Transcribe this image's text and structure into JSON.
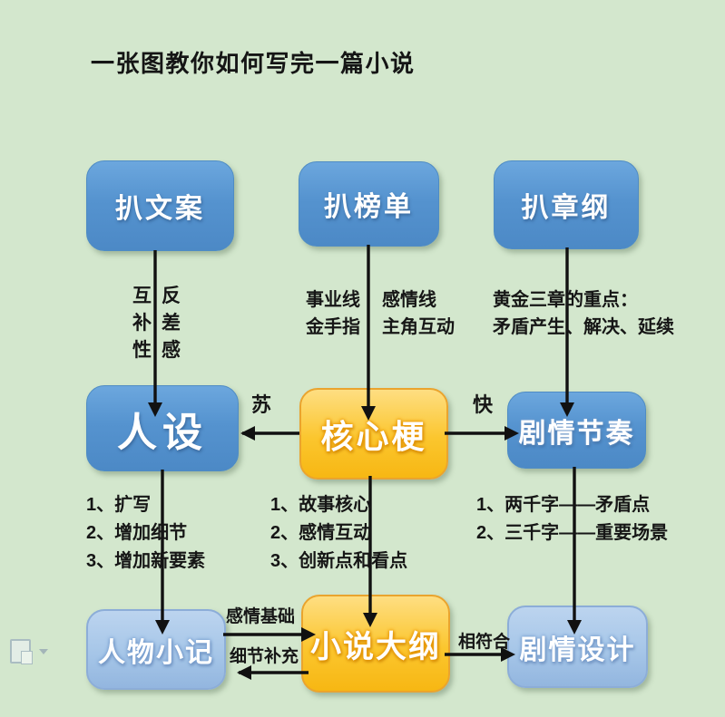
{
  "title": "一张图教你如何写完一篇小说",
  "colors": {
    "background": "#d3e7cd",
    "blue_box": "#5593cf",
    "yellow_box": "#fbc02c",
    "light_blue_box": "#a6c6e8",
    "arrow": "#111111",
    "text": "#161616"
  },
  "top_row": {
    "copywriting": {
      "label": "扒文案"
    },
    "rankings": {
      "label": "扒榜单"
    },
    "chapter_outline": {
      "label": "扒章纲"
    }
  },
  "annotations": {
    "complementarity": "互补性",
    "contrast": "反差感",
    "career_line": "事业线",
    "golden_finger": "金手指",
    "romance_line": "感情线",
    "protagonist_interaction": "主角互动",
    "golden_three_title": "黄金三章的重点：",
    "golden_three_detail": "矛盾产生、解决、延续",
    "su": "苏",
    "kuai": "快",
    "emotional_foundation": "感情基础",
    "detail_supplement": "细节补充",
    "match": "相符合"
  },
  "middle_row": {
    "character_design": {
      "label": "人设"
    },
    "core_hook": {
      "label": "核心梗"
    },
    "plot_rhythm": {
      "label": "剧情节奏"
    }
  },
  "notes": {
    "character_design": [
      "1、扩写",
      "2、增加细节",
      "3、增加新要素"
    ],
    "core_hook": [
      "1、故事核心",
      "2、感情互动",
      "3、创新点和看点"
    ],
    "plot_rhythm": [
      "1、两千字——矛盾点",
      "2、三千字——重要场景"
    ]
  },
  "bottom_row": {
    "character_notes": {
      "label": "人物小记"
    },
    "novel_outline": {
      "label": "小说大纲"
    },
    "plot_design": {
      "label": "剧情设计"
    }
  },
  "paste_widget": {
    "icon": "clipboard-paste-icon",
    "dropdown_icon": "chevron-down-icon"
  }
}
